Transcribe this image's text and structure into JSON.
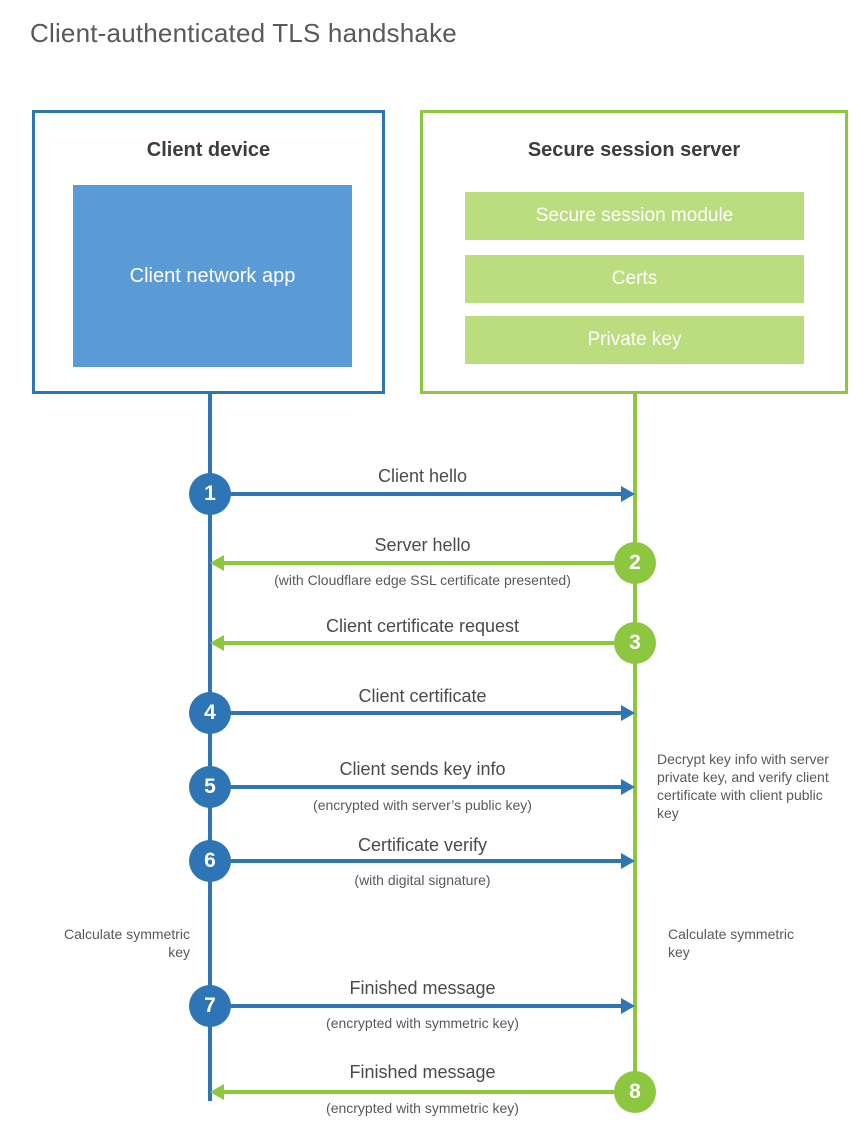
{
  "title": "Client-authenticated TLS handshake",
  "colors": {
    "client_blue": "#2e75b6",
    "client_app_blue": "#5b9bd5",
    "server_green": "#8dc63f",
    "server_item_green": "#bcdc80",
    "text_gray": "#58595b"
  },
  "participants": {
    "client": {
      "title": "Client device",
      "app_label": "Client network app"
    },
    "server": {
      "title": "Secure session server",
      "items": [
        {
          "label": "Secure session module"
        },
        {
          "label": "Certs"
        },
        {
          "label": "Private key"
        }
      ]
    }
  },
  "steps": [
    {
      "number": "1",
      "label": "Client hello",
      "sublabel": "",
      "direction": "client-to-server",
      "color": "blue"
    },
    {
      "number": "2",
      "label": "Server hello",
      "sublabel": "(with Cloudflare edge SSL certificate presented)",
      "direction": "server-to-client",
      "color": "green"
    },
    {
      "number": "3",
      "label": "Client certificate request",
      "sublabel": "",
      "direction": "server-to-client",
      "color": "green"
    },
    {
      "number": "4",
      "label": "Client certificate",
      "sublabel": "",
      "direction": "client-to-server",
      "color": "blue"
    },
    {
      "number": "5",
      "label": "Client sends key info",
      "sublabel": "(encrypted with server’s public key)",
      "direction": "client-to-server",
      "color": "blue"
    },
    {
      "number": "6",
      "label": "Certificate verify",
      "sublabel": "(with digital signature)",
      "direction": "client-to-server",
      "color": "blue"
    },
    {
      "number": "7",
      "label": "Finished message",
      "sublabel": "(encrypted with symmetric key)",
      "direction": "client-to-server",
      "color": "blue"
    },
    {
      "number": "8",
      "label": "Finished message",
      "sublabel": "(encrypted with symmetric key)",
      "direction": "server-to-client",
      "color": "green"
    }
  ],
  "notes": {
    "server_decrypt": "Decrypt key info with server private key, and verify client certificate with client public key",
    "client_calculate": "Calculate symmetric key",
    "server_calculate": "Calculate symmetric key"
  }
}
